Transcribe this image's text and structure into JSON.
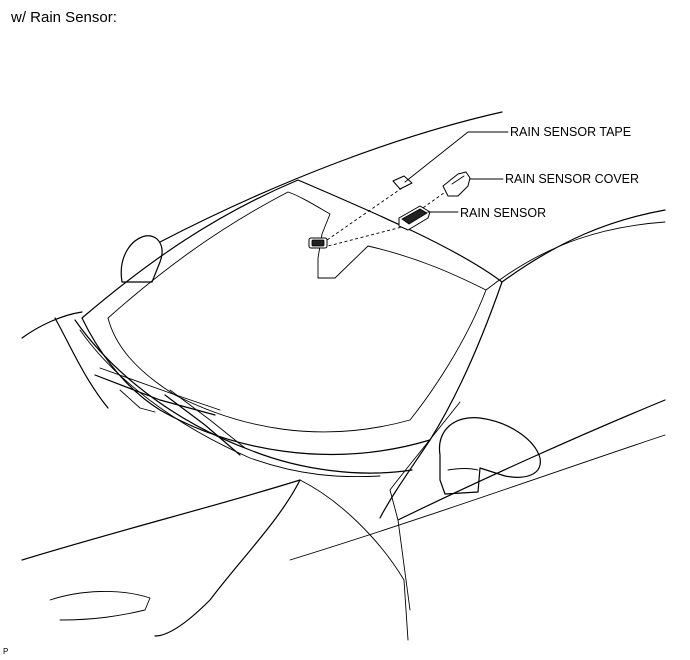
{
  "heading": "w/ Rain Sensor:",
  "corner_mark": "P",
  "callouts": {
    "tape": "RAIN SENSOR TAPE",
    "cover": "RAIN SENSOR COVER",
    "sensor": "RAIN SENSOR"
  }
}
